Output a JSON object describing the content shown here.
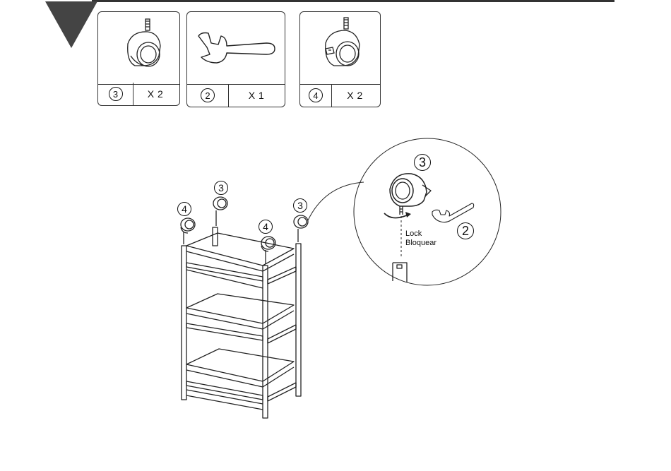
{
  "parts": [
    {
      "id": "caster",
      "number": "3",
      "quantity": "X 2",
      "icon": "caster-wheel-icon"
    },
    {
      "id": "wrench",
      "number": "2",
      "quantity": "X 1",
      "icon": "wrench-icon"
    },
    {
      "id": "locking-caster",
      "number": "4",
      "quantity": "X 2",
      "icon": "locking-caster-wheel-icon"
    }
  ],
  "callouts": {
    "front_left": "4",
    "back_left": "3",
    "front_right": "4",
    "back_right": "3"
  },
  "detail": {
    "caster_number": "3",
    "wrench_number": "2",
    "lock_label": "Lock",
    "lock_label_es": "Bloquear"
  },
  "colors": {
    "line": "#333333",
    "marker": "#444444",
    "frame": "#222222"
  }
}
